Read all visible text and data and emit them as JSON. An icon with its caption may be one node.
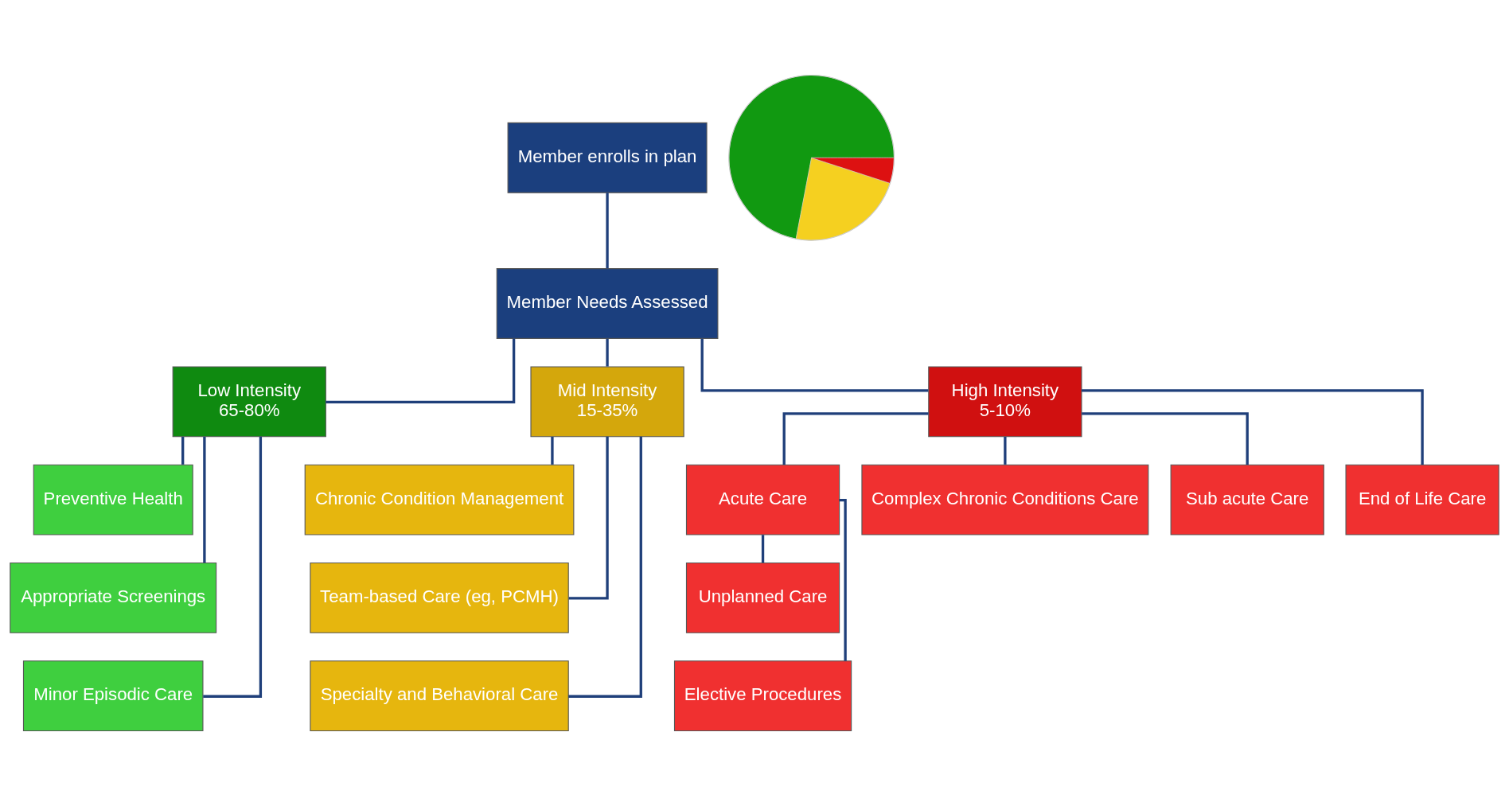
{
  "diagram": {
    "nodes": [
      {
        "text": [
          "Member enrolls in plan"
        ]
      },
      {
        "text": [
          "Member Needs Assessed"
        ]
      },
      {
        "text": [
          "Low Intensity",
          "65-80%"
        ]
      },
      {
        "text": [
          "Mid Intensity",
          "15-35%"
        ]
      },
      {
        "text": [
          "High Intensity",
          "5-10%"
        ]
      },
      {
        "text": [
          "Preventive Health"
        ]
      },
      {
        "text": [
          "Appropriate Screenings"
        ]
      },
      {
        "text": [
          "Minor Episodic Care"
        ]
      },
      {
        "text": [
          "Chronic Condition Management"
        ]
      },
      {
        "text": [
          "Team-based Care (eg, PCMH)"
        ]
      },
      {
        "text": [
          "Specialty and Behavioral Care"
        ]
      },
      {
        "text": [
          "Acute Care"
        ]
      },
      {
        "text": [
          "Complex Chronic Conditions Care"
        ]
      },
      {
        "text": [
          "Sub acute Care"
        ]
      },
      {
        "text": [
          "End of Life Care"
        ]
      },
      {
        "text": [
          "Unplanned Care"
        ]
      },
      {
        "text": [
          "Elective Procedures"
        ]
      },
      {
        "text": [],
        "shape": "circle"
      }
    ],
    "edges": [
      {
        "from": 0,
        "to": 1,
        "arrow": "none"
      },
      {
        "from": 1,
        "to": 2,
        "arrow": "none"
      },
      {
        "from": 1,
        "to": 3,
        "arrow": "none"
      },
      {
        "from": 1,
        "to": 4,
        "arrow": "none"
      },
      {
        "from": 2,
        "to": 5,
        "arrow": "none"
      },
      {
        "from": 2,
        "to": 6,
        "arrow": "none"
      },
      {
        "from": 2,
        "to": 7,
        "arrow": "none"
      },
      {
        "from": 3,
        "to": 8,
        "arrow": "none"
      },
      {
        "from": 3,
        "to": 9,
        "arrow": "none"
      },
      {
        "from": 3,
        "to": 10,
        "arrow": "none"
      },
      {
        "from": 4,
        "to": 11,
        "arrow": "none"
      },
      {
        "from": 4,
        "to": 12,
        "arrow": "none"
      },
      {
        "from": 4,
        "to": 13,
        "arrow": "none"
      },
      {
        "from": 4,
        "to": 14,
        "arrow": "none"
      },
      {
        "from": 11,
        "to": 15,
        "arrow": "none"
      },
      {
        "from": 11,
        "to": 16,
        "arrow": "none"
      }
    ]
  }
}
